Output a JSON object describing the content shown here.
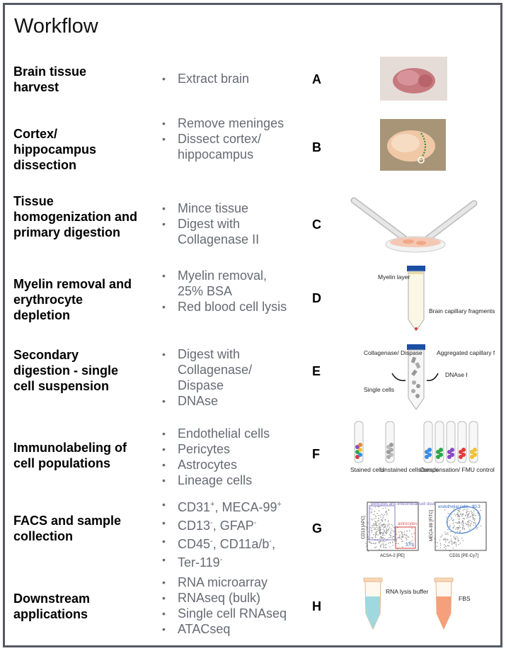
{
  "title": "Workflow",
  "rows": [
    {
      "step": "Brain tissue harvest",
      "letter": "A",
      "bullets": [
        "Extract brain"
      ]
    },
    {
      "step": "Cortex/ hippocampus dissection",
      "letter": "B",
      "bullets": [
        "Remove meninges",
        "Dissect cortex/ hippocampus"
      ]
    },
    {
      "step": "Tissue homogenization and primary digestion",
      "letter": "C",
      "bullets": [
        "Mince tissue",
        "Digest with Collagenase II"
      ]
    },
    {
      "step": "Myelin removal and erythrocyte depletion",
      "letter": "D",
      "bullets": [
        "Myelin removal, 25% BSA",
        "Red blood cell lysis"
      ]
    },
    {
      "step": "Secondary digestion - single cell suspension",
      "letter": "E",
      "bullets": [
        "Digest with Collagenase/ Dispase",
        "DNAse"
      ]
    },
    {
      "step": "Immunolabeling of cell populations",
      "letter": "F",
      "bullets": [
        "Endothelial cells",
        "Pericytes",
        "Astrocytes",
        "Lineage cells"
      ]
    },
    {
      "step": "FACS and sample collection",
      "letter": "G",
      "bullets": [
        {
          "text": "CD31",
          "sup": "+",
          "tail": ", MECA-99",
          "sup2": "+"
        },
        {
          "text": "CD13",
          "sup": "-",
          "tail": ", GFAP",
          "sup2": "-"
        },
        {
          "text": "CD45",
          "sup": "-",
          "tail": ", CD11a/b",
          "sup2": "-",
          "tail2": ","
        },
        {
          "text": "Ter-119",
          "sup": "-"
        }
      ]
    },
    {
      "step": "Downstream applications",
      "letter": "H",
      "bullets": [
        "RNA microarray",
        "RNAseq (bulk)",
        "Single cell RNAseq",
        "ATACseq"
      ]
    }
  ],
  "figures": {
    "D": {
      "myelin": "Myelin layer",
      "bottom": "Brain capillary fragments and erythrocytes"
    },
    "E": {
      "collagenase": "Collagenase/ Dispase",
      "aggregated": "Aggregated capillary fragments",
      "dnase": "DNAse I",
      "single": "Single cells"
    },
    "F": {
      "stained": "Stained cells",
      "unstained": "Unstained cells/beads",
      "compensation": "Compensation/ FMU controls"
    },
    "G": {
      "pericytes_gate": "pericytes and endothelial cell doublets",
      "astro_gate": "astrocytes",
      "astro_pct": "37.9",
      "endo_gate": "endothelial cells",
      "endo_pct": "90.3",
      "x1": "ACSA-2 [PE]",
      "y1": "CD13 [APC]",
      "x2": "CD31 [PE-Cy7]",
      "y2": "MECA-99 [FITC]"
    },
    "H": {
      "rna": "RNA lysis buffer",
      "fbs": "FBS"
    }
  },
  "colors": {
    "tube_cap": "#1a4fa3",
    "lysis": "#9fd8de",
    "fbs": "#f5a07a",
    "gate": "#5b8ed6",
    "astro_gate": "#e05a5a"
  }
}
